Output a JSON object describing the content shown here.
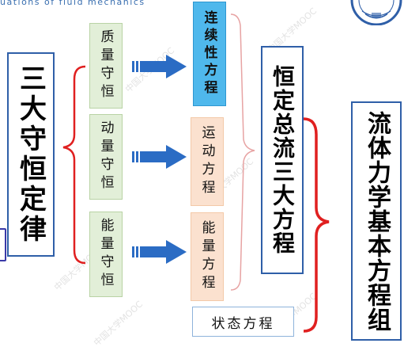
{
  "header": {
    "subtitle": "uations of fluid mechanics"
  },
  "watermark": {
    "text": "中国大学MOOC"
  },
  "diagram": {
    "principle": "三大守恒定律",
    "laws": [
      {
        "label": "质量守恒",
        "equation": "连续性方程"
      },
      {
        "label": "动量守恒",
        "equation": "运动方程"
      },
      {
        "label": "能量守恒",
        "equation": "能量方程"
      }
    ],
    "state_equation": "状态方程",
    "group_label": "恒定总流三大方程",
    "conclusion": "流体力学基本方程组"
  },
  "colors": {
    "brand_blue": "#2f5fa8",
    "arrow_blue": "#2b6cc4",
    "brace_red": "#e02020",
    "green_fill": "#e2efd8",
    "peach_fill": "#fbe1cf",
    "highlight_blue": "#4fb8ec"
  }
}
